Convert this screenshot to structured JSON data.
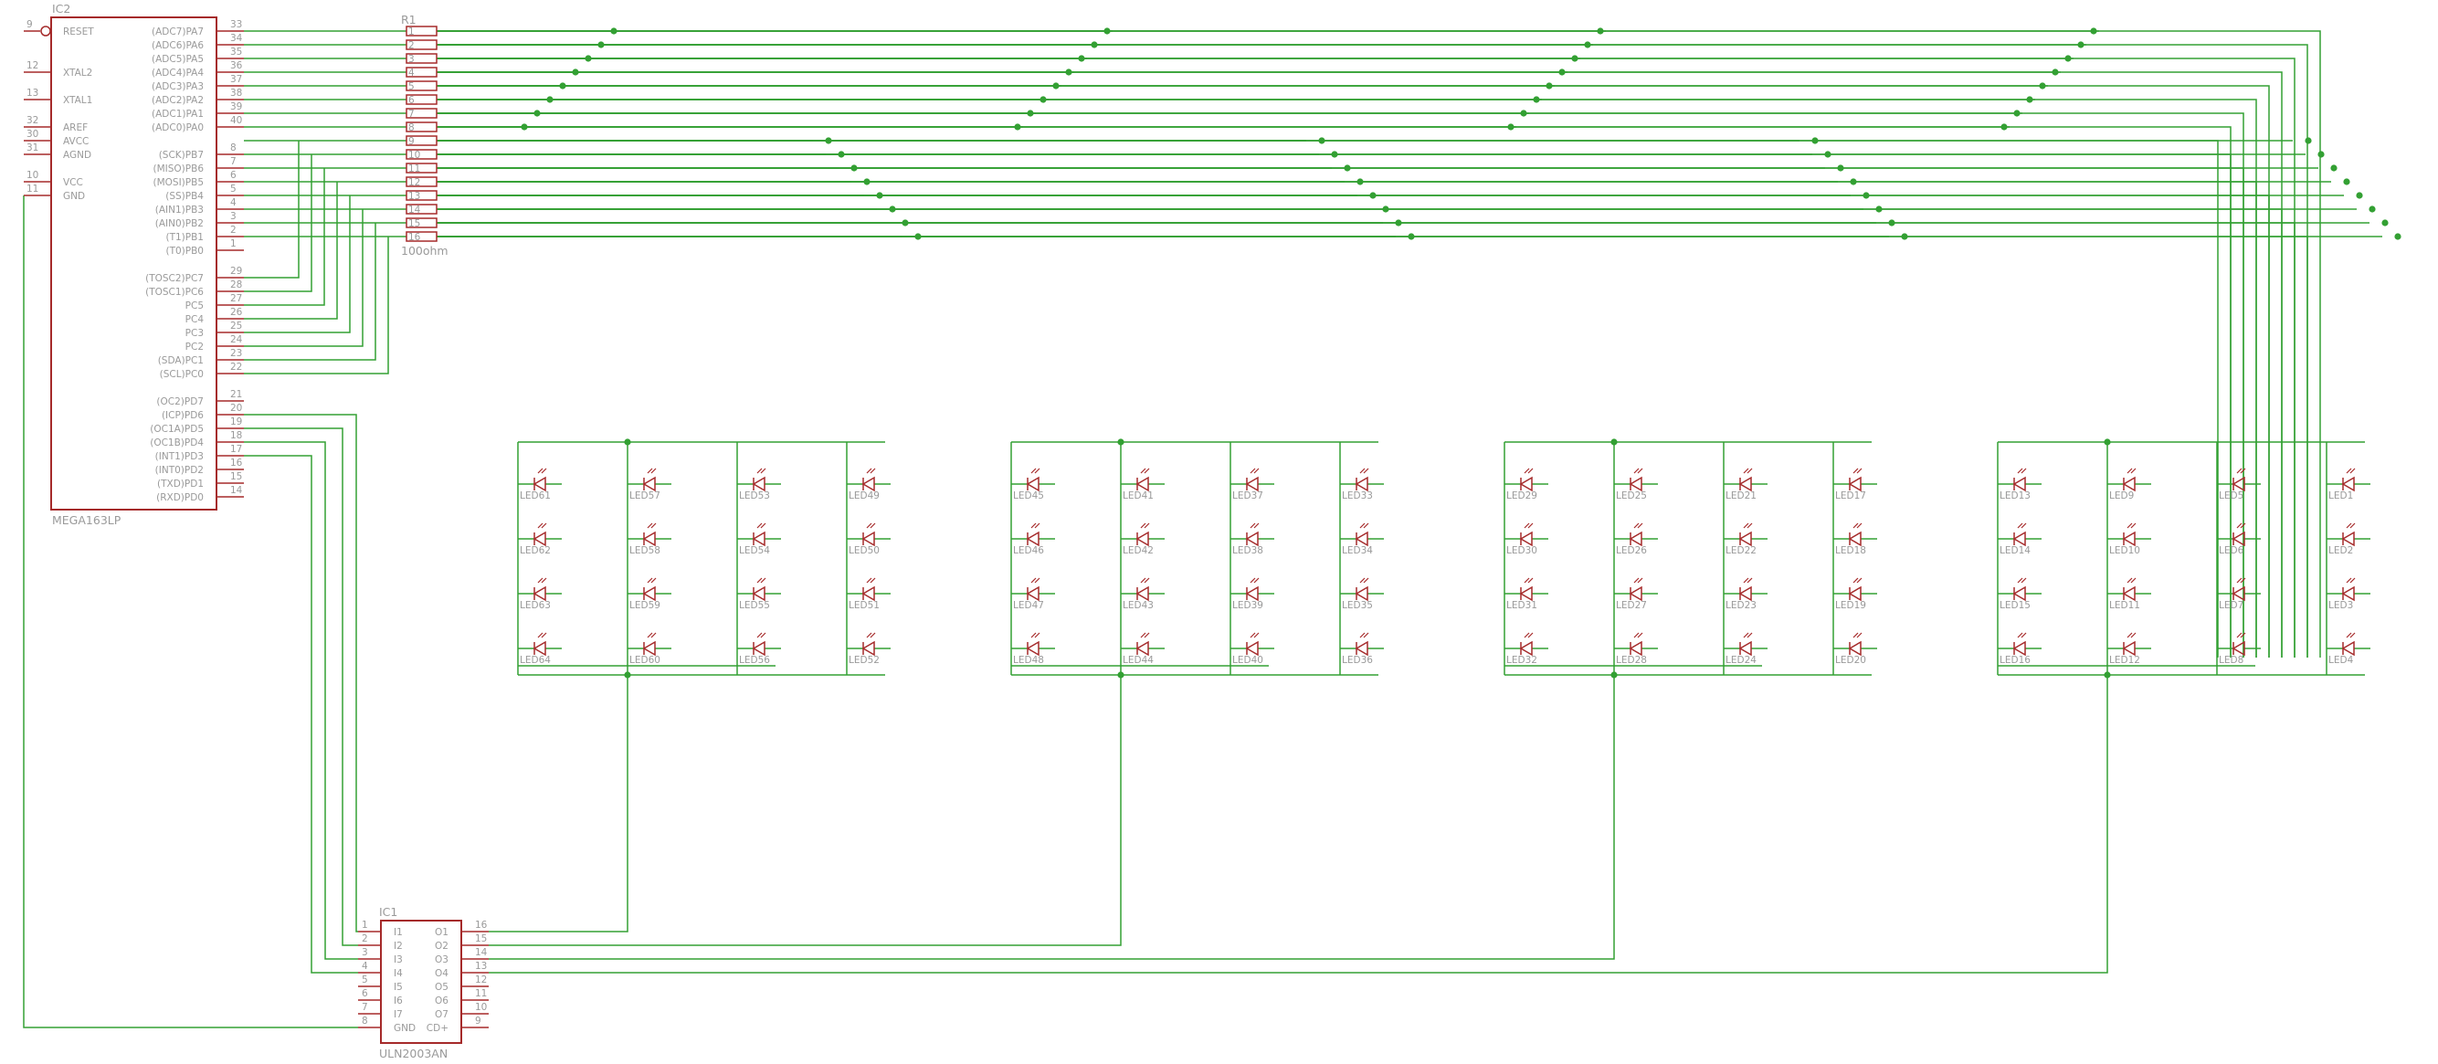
{
  "colors": {
    "wire": "#33a033",
    "component": "#a52a2a",
    "label": "#9a9a9a",
    "background": "#ffffff"
  },
  "ic2": {
    "name": "IC2",
    "value": "MEGA163LP",
    "left_pins": [
      {
        "num": "9",
        "label": "RESET"
      },
      {
        "num": "12",
        "label": "XTAL2"
      },
      {
        "num": "13",
        "label": "XTAL1"
      },
      {
        "num": "32",
        "label": "AREF"
      },
      {
        "num": "30",
        "label": "AVCC"
      },
      {
        "num": "31",
        "label": "AGND"
      },
      {
        "num": "10",
        "label": "VCC"
      },
      {
        "num": "11",
        "label": "GND"
      }
    ],
    "right_pins": [
      {
        "num": "33",
        "label": "(ADC7)PA7"
      },
      {
        "num": "34",
        "label": "(ADC6)PA6"
      },
      {
        "num": "35",
        "label": "(ADC5)PA5"
      },
      {
        "num": "36",
        "label": "(ADC4)PA4"
      },
      {
        "num": "37",
        "label": "(ADC3)PA3"
      },
      {
        "num": "38",
        "label": "(ADC2)PA2"
      },
      {
        "num": "39",
        "label": "(ADC1)PA1"
      },
      {
        "num": "40",
        "label": "(ADC0)PA0"
      },
      {
        "num": "8",
        "label": "(SCK)PB7"
      },
      {
        "num": "7",
        "label": "(MISO)PB6"
      },
      {
        "num": "6",
        "label": "(MOSI)PB5"
      },
      {
        "num": "5",
        "label": "(SS)PB4"
      },
      {
        "num": "4",
        "label": "(AIN1)PB3"
      },
      {
        "num": "3",
        "label": "(AIN0)PB2"
      },
      {
        "num": "2",
        "label": "(T1)PB1"
      },
      {
        "num": "1",
        "label": "(T0)PB0"
      },
      {
        "num": "29",
        "label": "(TOSC2)PC7"
      },
      {
        "num": "28",
        "label": "(TOSC1)PC6"
      },
      {
        "num": "27",
        "label": "PC5"
      },
      {
        "num": "26",
        "label": "PC4"
      },
      {
        "num": "25",
        "label": "PC3"
      },
      {
        "num": "24",
        "label": "PC2"
      },
      {
        "num": "23",
        "label": "(SDA)PC1"
      },
      {
        "num": "22",
        "label": "(SCL)PC0"
      },
      {
        "num": "21",
        "label": "(OC2)PD7"
      },
      {
        "num": "20",
        "label": "(ICP)PD6"
      },
      {
        "num": "19",
        "label": "(OC1A)PD5"
      },
      {
        "num": "18",
        "label": "(OC1B)PD4"
      },
      {
        "num": "17",
        "label": "(INT1)PD3"
      },
      {
        "num": "16",
        "label": "(INT0)PD2"
      },
      {
        "num": "15",
        "label": "(TXD)PD1"
      },
      {
        "num": "14",
        "label": "(RXD)PD0"
      }
    ]
  },
  "r1": {
    "name": "R1",
    "value": "100ohm",
    "resistor_labels": [
      "1",
      "2",
      "3",
      "4",
      "5",
      "6",
      "7",
      "8",
      "9",
      "10",
      "11",
      "12",
      "13",
      "14",
      "15",
      "16"
    ]
  },
  "ic1": {
    "name": "IC1",
    "value": "ULN2003AN",
    "left_pins": [
      {
        "num": "1",
        "label": "I1"
      },
      {
        "num": "2",
        "label": "I2"
      },
      {
        "num": "3",
        "label": "I3"
      },
      {
        "num": "4",
        "label": "I4"
      },
      {
        "num": "5",
        "label": "I5"
      },
      {
        "num": "6",
        "label": "I6"
      },
      {
        "num": "7",
        "label": "I7"
      },
      {
        "num": "8",
        "label": "GND"
      }
    ],
    "right_pins": [
      {
        "num": "16",
        "label": "O1"
      },
      {
        "num": "15",
        "label": "O2"
      },
      {
        "num": "14",
        "label": "O3"
      },
      {
        "num": "13",
        "label": "O4"
      },
      {
        "num": "12",
        "label": "O5"
      },
      {
        "num": "11",
        "label": "O6"
      },
      {
        "num": "10",
        "label": "O7"
      },
      {
        "num": "9",
        "label": "CD+"
      }
    ]
  },
  "leds": [
    "LED1",
    "LED2",
    "LED3",
    "LED4",
    "LED5",
    "LED6",
    "LED7",
    "LED8",
    "LED9",
    "LED10",
    "LED11",
    "LED12",
    "LED13",
    "LED14",
    "LED15",
    "LED16",
    "LED17",
    "LED18",
    "LED19",
    "LED20",
    "LED21",
    "LED22",
    "LED23",
    "LED24",
    "LED25",
    "LED26",
    "LED27",
    "LED28",
    "LED29",
    "LED30",
    "LED31",
    "LED32",
    "LED33",
    "LED34",
    "LED35",
    "LED36",
    "LED37",
    "LED38",
    "LED39",
    "LED40",
    "LED41",
    "LED42",
    "LED43",
    "LED44",
    "LED45",
    "LED46",
    "LED47",
    "LED48",
    "LED49",
    "LED50",
    "LED51",
    "LED52",
    "LED53",
    "LED54",
    "LED55",
    "LED56",
    "LED57",
    "LED58",
    "LED59",
    "LED60",
    "LED61",
    "LED62",
    "LED63",
    "LED64"
  ]
}
